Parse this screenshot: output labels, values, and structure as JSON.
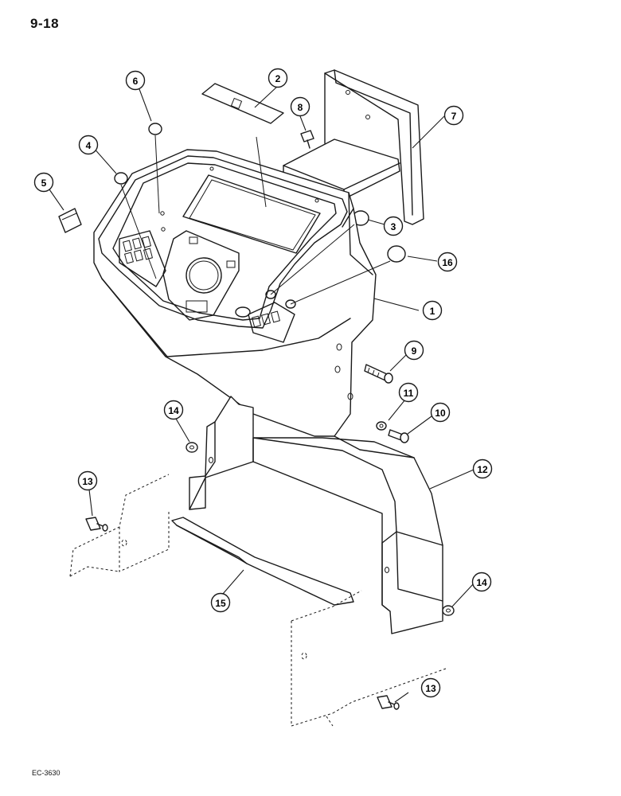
{
  "page": {
    "page_number": "9-18",
    "drawing_code": "EC-3630"
  },
  "callouts": [
    {
      "id": "c1",
      "label": "1"
    },
    {
      "id": "c2",
      "label": "2"
    },
    {
      "id": "c3",
      "label": "3"
    },
    {
      "id": "c4",
      "label": "4"
    },
    {
      "id": "c5",
      "label": "5"
    },
    {
      "id": "c6",
      "label": "6"
    },
    {
      "id": "c7",
      "label": "7"
    },
    {
      "id": "c8",
      "label": "8"
    },
    {
      "id": "c9",
      "label": "9"
    },
    {
      "id": "c10",
      "label": "10"
    },
    {
      "id": "c11",
      "label": "11"
    },
    {
      "id": "c12",
      "label": "12"
    },
    {
      "id": "c13a",
      "label": "13"
    },
    {
      "id": "c13b",
      "label": "13"
    },
    {
      "id": "c14a",
      "label": "14"
    },
    {
      "id": "c14b",
      "label": "14"
    },
    {
      "id": "c15",
      "label": "15"
    },
    {
      "id": "c16",
      "label": "16"
    }
  ]
}
